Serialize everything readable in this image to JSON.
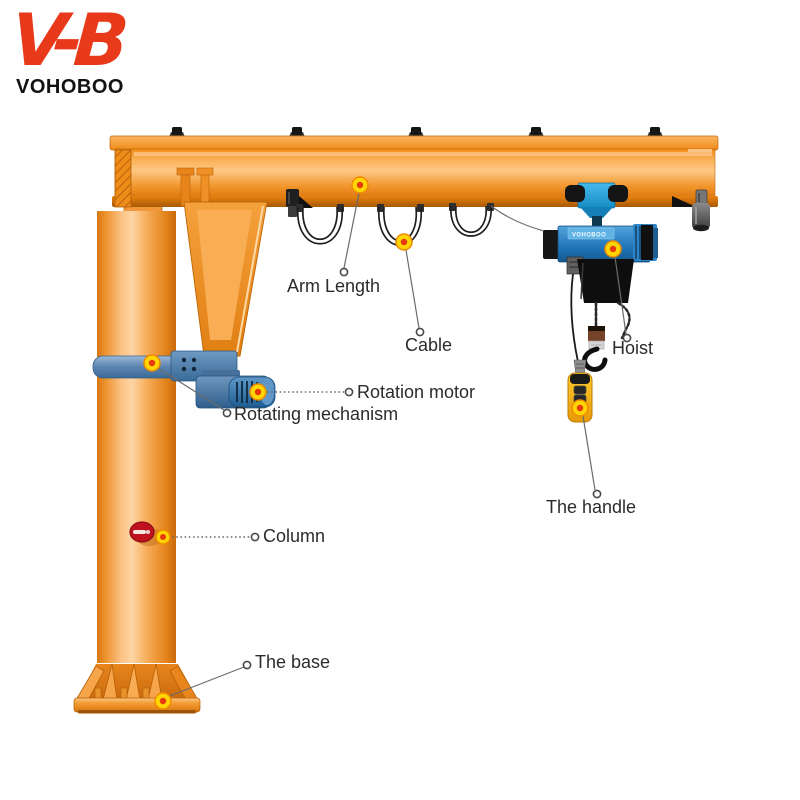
{
  "brand": {
    "monogram": "V-B",
    "name": "VOHOBOO",
    "hoist_label": "VOHOBOO"
  },
  "labels": {
    "arm_length": "Arm Length",
    "cable": "Cable",
    "hoist": "Hoist",
    "handle": "The handle",
    "rotation_motor": "Rotation motor",
    "rotating_mechanism": "Rotating mechanism",
    "column": "Column",
    "base": "The base"
  },
  "colors": {
    "crane_orange": "#F6921E",
    "crane_orange_light": "#FDC98F",
    "crane_orange_dark": "#D9760F",
    "hoist_blue": "#1D72B4",
    "trolley_blue": "#2BA4DE",
    "mechanism_blue": "#4E7DAB",
    "logo_red": "#E8391B",
    "marker_yellow": "#FFD503",
    "marker_red": "#E8380D",
    "label_text": "#2B2B2B"
  }
}
